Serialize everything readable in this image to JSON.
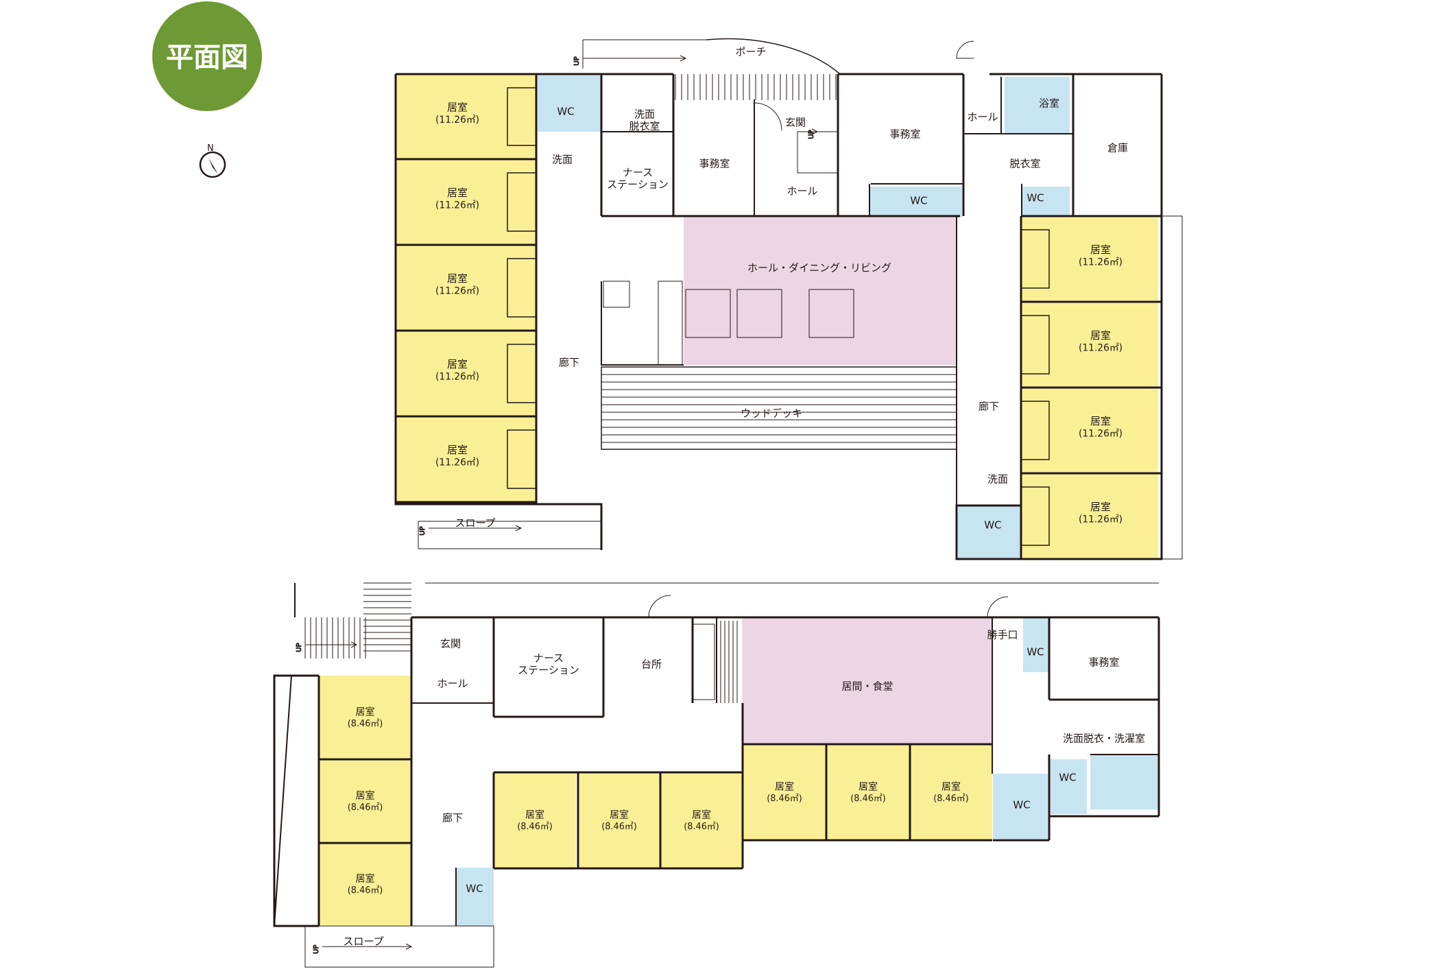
{
  "badge": {
    "label": "平面図",
    "color": "#6d9a34"
  },
  "compass": {
    "label": "N",
    "icon": "north-arrow-icon"
  },
  "colors": {
    "room": "#fbef96",
    "living": "#ecd6e3",
    "wet": "#c7e4f1",
    "wall": "#231815"
  },
  "annotations": {
    "up": "UP"
  },
  "plan_top": {
    "rooms": [
      {
        "name": "居室",
        "area": "(11.26㎡)"
      },
      {
        "name": "居室",
        "area": "(11.26㎡)"
      },
      {
        "name": "居室",
        "area": "(11.26㎡)"
      },
      {
        "name": "居室",
        "area": "(11.26㎡)"
      },
      {
        "name": "居室",
        "area": "(11.26㎡)"
      },
      {
        "name": "居室",
        "area": "(11.26㎡)"
      },
      {
        "name": "居室",
        "area": "(11.26㎡)"
      },
      {
        "name": "居室",
        "area": "(11.26㎡)"
      },
      {
        "name": "居室",
        "area": "(11.26㎡)"
      }
    ],
    "labels": {
      "porch": "ポーチ",
      "wc1": "WC",
      "washroom_changing": "洗面\n脱衣室",
      "senmen1": "洗面",
      "nurse_station": "ナース\nステーション",
      "office1": "事務室",
      "entrance": "玄関",
      "hall1": "ホール",
      "office2": "事務室",
      "hall2": "ホール",
      "bath": "浴室",
      "changing": "脱衣室",
      "storage": "倉庫",
      "wc2": "WC",
      "wc3": "WC",
      "living": "ホール・ダイニング・リビング",
      "corridor1": "廊下",
      "wood_deck": "ウッドデッキ",
      "corridor2": "廊下",
      "senmen2": "洗面",
      "wc4": "WC",
      "slope": "スロープ"
    }
  },
  "plan_bottom": {
    "rooms": [
      {
        "name": "居室",
        "area": "(8.46㎡)"
      },
      {
        "name": "居室",
        "area": "(8.46㎡)"
      },
      {
        "name": "居室",
        "area": "(8.46㎡)"
      },
      {
        "name": "居室",
        "area": "(8.46㎡)"
      },
      {
        "name": "居室",
        "area": "(8.46㎡)"
      },
      {
        "name": "居室",
        "area": "(8.46㎡)"
      },
      {
        "name": "居室",
        "area": "(8.46㎡)"
      },
      {
        "name": "居室",
        "area": "(8.46㎡)"
      },
      {
        "name": "居室",
        "area": "(8.46㎡)"
      }
    ],
    "labels": {
      "entrance": "玄関",
      "hall": "ホール",
      "nurse_station": "ナース\nステーション",
      "kitchen": "台所",
      "living": "居間・食堂",
      "back_door": "勝手口",
      "wc1": "WC",
      "office": "事務室",
      "laundry": "洗面脱衣・洗濯室",
      "wc2": "WC",
      "wc3": "WC",
      "corridor": "廊下",
      "wc4": "WC",
      "slope": "スロープ"
    }
  }
}
